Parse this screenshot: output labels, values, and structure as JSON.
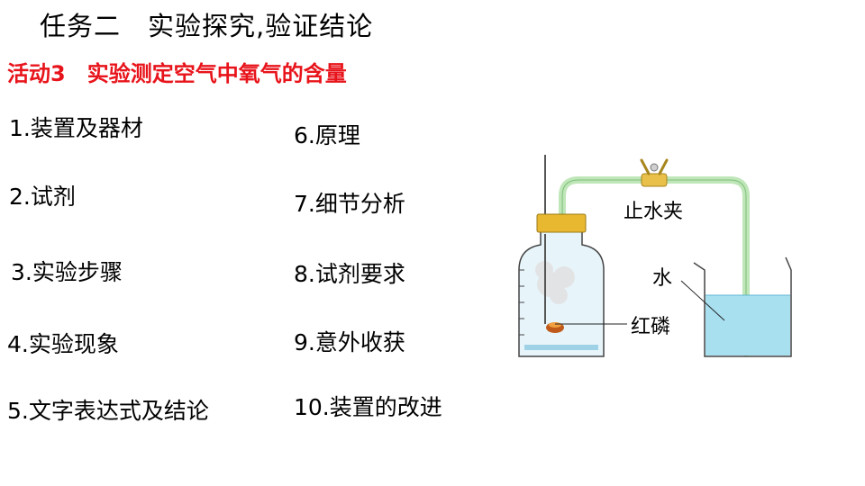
{
  "title": "任务二　实验探究,验证结论",
  "activity": "活动3　实验测定空气中氧气的含量",
  "items_left": [
    "1.装置及器材",
    "2.试剂",
    "3.实验步骤",
    "4.实验现象",
    "5.文字表达式及结论"
  ],
  "items_right": [
    "6.原理",
    "7.细节分析",
    "8.试剂要求",
    "9.意外收获",
    "10.装置的改进"
  ],
  "diagram": {
    "label_clamp": "止水夹",
    "label_water": "水",
    "label_phosphorus": "红磷"
  },
  "colors": {
    "activity": "#e8141b",
    "water": "#a8e0f0",
    "stopper": "#e8b830",
    "tube": "#b8e6b0"
  }
}
